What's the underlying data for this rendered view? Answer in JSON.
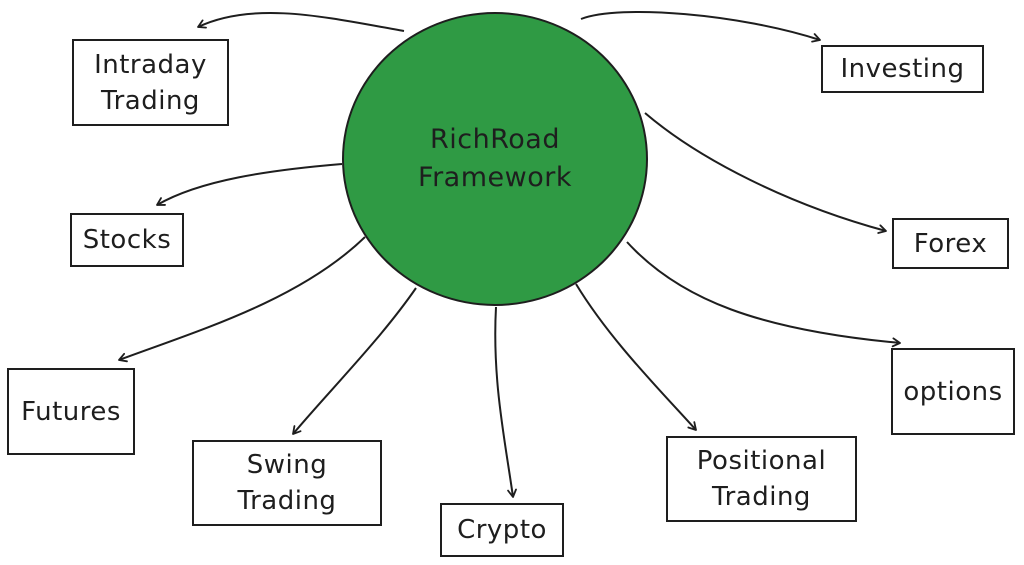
{
  "diagram": {
    "hub": {
      "label": "RichRoad\nFramework",
      "fill": "#2f9a44"
    },
    "nodes": {
      "intraday": {
        "label": "Intraday\nTrading"
      },
      "investing": {
        "label": "Investing"
      },
      "stocks": {
        "label": "Stocks"
      },
      "forex": {
        "label": "Forex"
      },
      "futures": {
        "label": "Futures"
      },
      "options": {
        "label": "options"
      },
      "swing": {
        "label": "Swing\nTrading"
      },
      "crypto": {
        "label": "Crypto"
      },
      "positional": {
        "label": "Positional\nTrading"
      }
    },
    "edges": [
      {
        "from": "hub",
        "to": "intraday"
      },
      {
        "from": "hub",
        "to": "investing"
      },
      {
        "from": "hub",
        "to": "stocks"
      },
      {
        "from": "hub",
        "to": "forex"
      },
      {
        "from": "hub",
        "to": "futures"
      },
      {
        "from": "hub",
        "to": "options"
      },
      {
        "from": "hub",
        "to": "swing"
      },
      {
        "from": "hub",
        "to": "crypto"
      },
      {
        "from": "hub",
        "to": "positional"
      }
    ],
    "stroke_color": "#1e1e1e"
  }
}
